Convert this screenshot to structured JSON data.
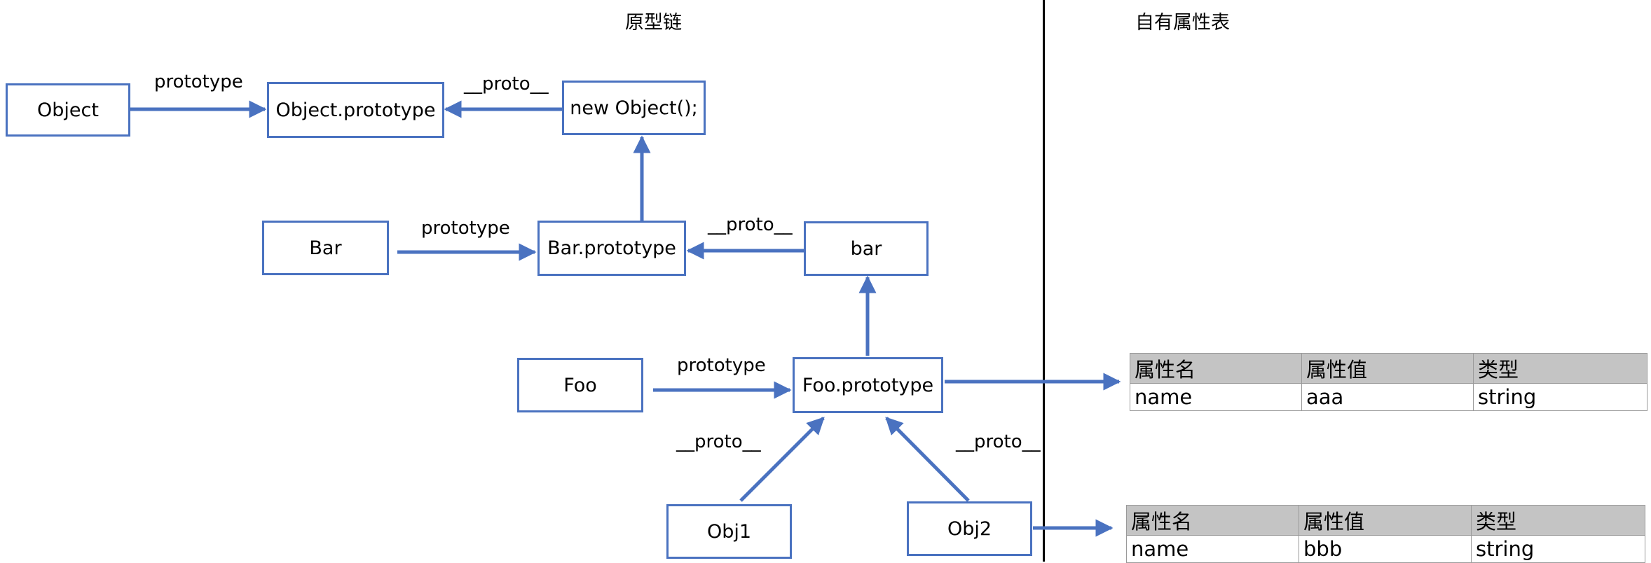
{
  "headings": {
    "left": "原型链",
    "right": "自有属性表"
  },
  "nodes": {
    "object": "Object",
    "object_prototype": "Object.prototype",
    "new_object": "new Object();",
    "bar_ctor": "Bar",
    "bar_prototype": "Bar.prototype",
    "bar_instance": "bar",
    "foo_ctor": "Foo",
    "foo_prototype": "Foo.prototype",
    "obj1": "Obj1",
    "obj2": "Obj2"
  },
  "edge_labels": {
    "object_prototype": "prototype",
    "new_object_proto": "__proto__",
    "bar_prototype": "prototype",
    "bar_proto": "__proto__",
    "foo_prototype": "prototype",
    "obj1_proto": "__proto__",
    "obj2_proto": "__proto__"
  },
  "tables": {
    "foo_prototype": {
      "headers": [
        "属性名",
        "属性值",
        "类型"
      ],
      "rows": [
        [
          "name",
          "aaa",
          "string"
        ]
      ]
    },
    "obj2": {
      "headers": [
        "属性名",
        "属性值",
        "类型"
      ],
      "rows": [
        [
          "name",
          "bbb",
          "string"
        ]
      ]
    }
  },
  "colors": {
    "arrow": "#4a72c0",
    "box_border": "#4a72c0",
    "table_header_bg": "#c4c4c4"
  }
}
